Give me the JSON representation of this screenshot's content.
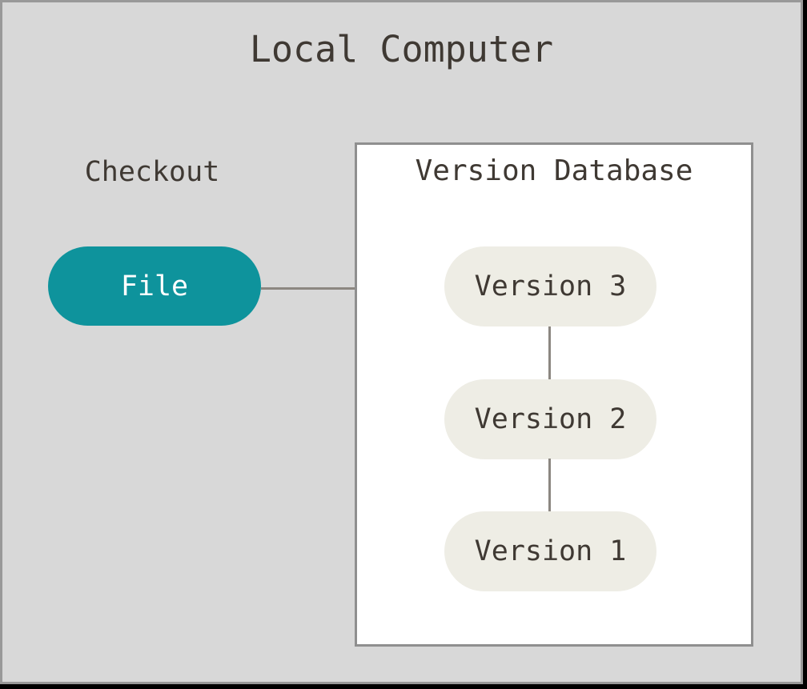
{
  "diagram": {
    "title": "Local Computer",
    "checkout_label": "Checkout",
    "file_node": {
      "label": "File"
    },
    "version_database": {
      "title": "Version Database",
      "versions": [
        {
          "label": "Version 3"
        },
        {
          "label": "Version 2"
        },
        {
          "label": "Version 1"
        }
      ]
    },
    "colors": {
      "background": "#d8d8d8",
      "outer_border": "#999999",
      "box_border": "#8f8f8f",
      "box_fill": "#ffffff",
      "file_node_fill": "#0e939c",
      "file_node_text": "#ffffff",
      "version_node_fill": "#eeede5",
      "text": "#3f3933",
      "connector": "#8c8781",
      "edge_black": "#000000"
    }
  }
}
